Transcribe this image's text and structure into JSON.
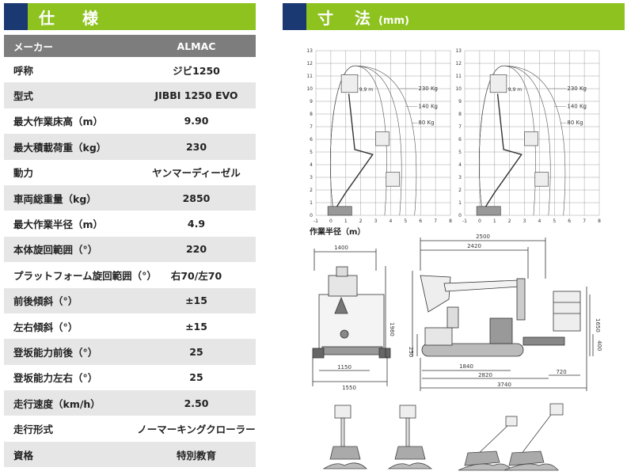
{
  "spec": {
    "title": "仕 様",
    "rows": [
      {
        "key": "メーカー",
        "value": "ALMAC"
      },
      {
        "key": "呼称",
        "value": "ジビ1250"
      },
      {
        "key": "型式",
        "value": "JIBBI 1250 EVO"
      },
      {
        "key": "最大作業床高（m）",
        "value": "9.90"
      },
      {
        "key": "最大積載荷重（kg）",
        "value": "230"
      },
      {
        "key": "動力",
        "value": "ヤンマーディーゼル"
      },
      {
        "key": "車両総重量（kg）",
        "value": "2850"
      },
      {
        "key": "最大作業半径（m）",
        "value": "4.9"
      },
      {
        "key": "本体旋回範囲（°）",
        "value": "220"
      },
      {
        "key": "プラットフォーム旋回範囲（°）",
        "value": "右70/左70"
      },
      {
        "key": "前後傾斜（°）",
        "value": "±15"
      },
      {
        "key": "左右傾斜（°）",
        "value": "±15"
      },
      {
        "key": "登坂能力前後（°）",
        "value": "25"
      },
      {
        "key": "登坂能力左右（°）",
        "value": "25"
      },
      {
        "key": "走行速度（km/h）",
        "value": "2.50"
      },
      {
        "key": "走行形式",
        "value": "ノーマーキングクローラー"
      },
      {
        "key": "資格",
        "value": "特別教育"
      }
    ]
  },
  "dimensions": {
    "title": "寸 法",
    "unit": "(mm)",
    "radius_label": "作業半径（m）",
    "y_ticks": [
      "0",
      "1",
      "2",
      "3",
      "4",
      "5",
      "6",
      "7",
      "8",
      "9",
      "10",
      "11",
      "12",
      "13"
    ],
    "x_ticks": [
      "-1",
      "0",
      "1",
      "2",
      "3",
      "4",
      "5",
      "6",
      "7",
      "8"
    ],
    "load_labels": [
      "230 Kg",
      "140 Kg",
      "80 Kg"
    ],
    "height_note": "9,9 m",
    "dims": {
      "front_width": "1400",
      "front_track": "1150",
      "front_total": "1550",
      "overall_height": "1980",
      "len_top": "2500",
      "len_mid": "2420",
      "track_len": "1840",
      "len_base": "2820",
      "len_total": "3740",
      "rear_len": "720",
      "platform_h": "1650",
      "clearance": "400",
      "ground": "250"
    }
  },
  "colors": {
    "accent_green": "#8dc21f",
    "accent_navy": "#1a3872",
    "header_gray": "#7d7d7d",
    "row_gray": "#e6e6e6"
  }
}
